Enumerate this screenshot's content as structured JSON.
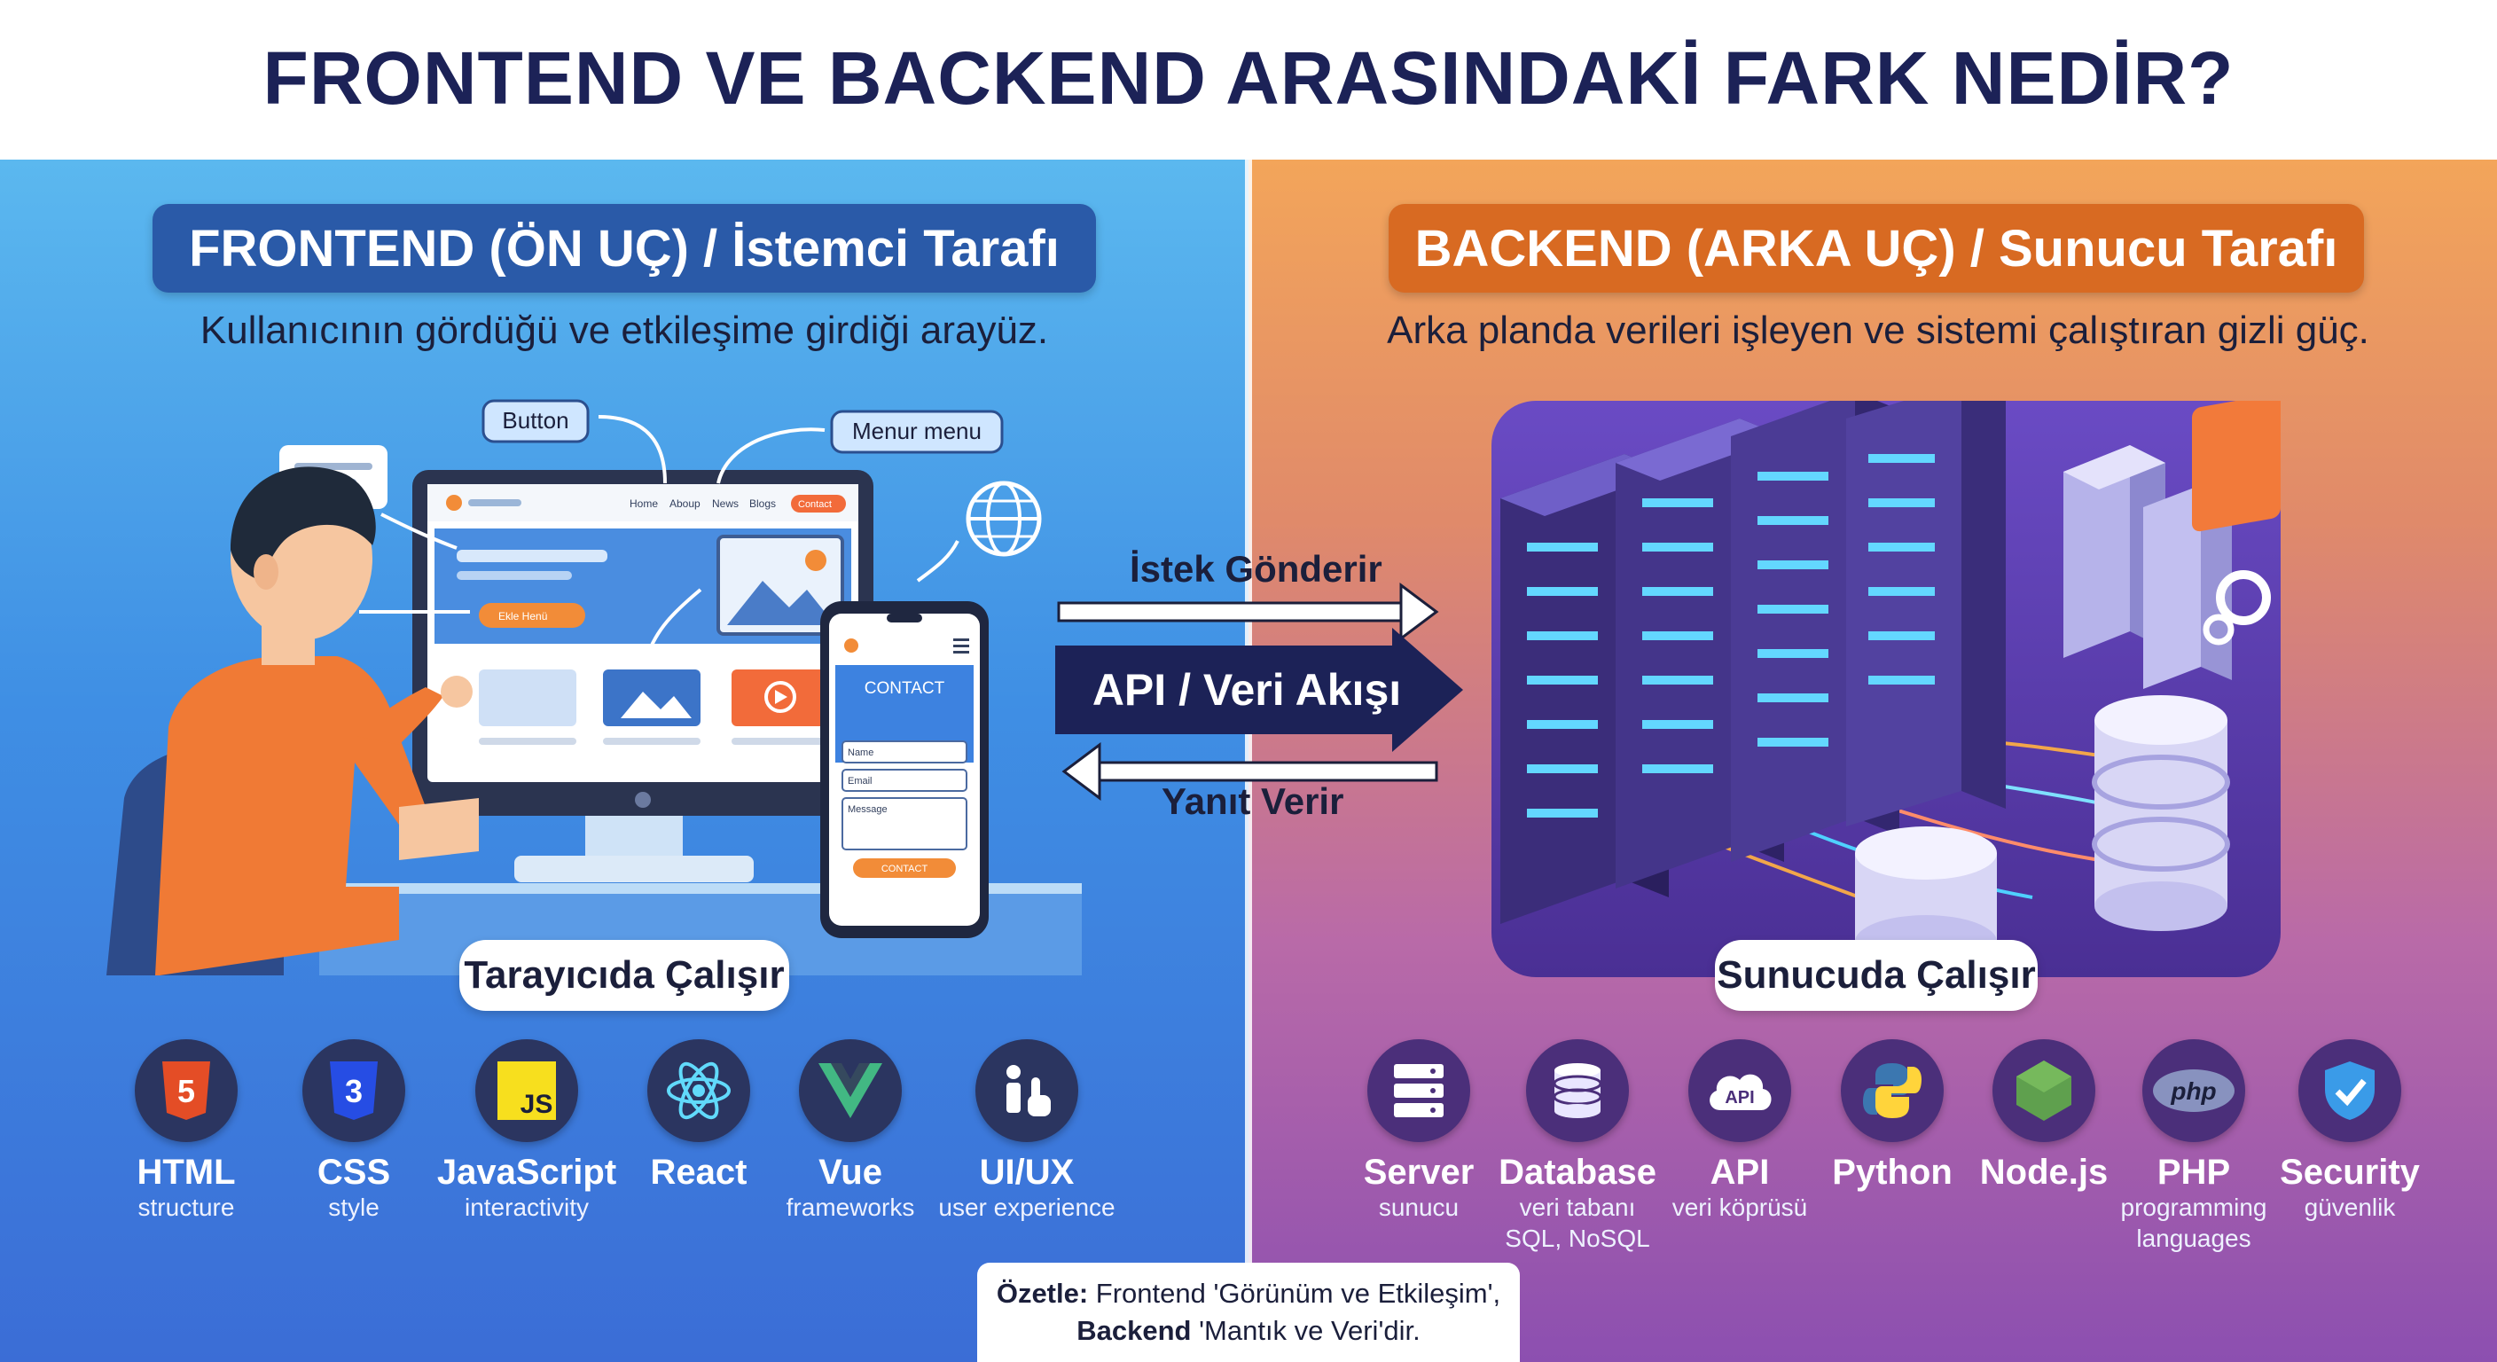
{
  "title": "FRONTEND VE BACKEND ARASINDAKİ FARK NEDİR?",
  "frontend": {
    "heading": "FRONTEND (ÖN UÇ) / İstemci Tarafı",
    "subtitle": "Kullanıcının gördüğü ve etkileşime girdiği arayüz.",
    "callouts": {
      "button": "Button",
      "menu": "Menur menu"
    },
    "screen": {
      "nav": [
        "Home",
        "Aboup",
        "News",
        "Blogs"
      ],
      "cta": "Contact",
      "hero_button": "Ekle Henü"
    },
    "phone": {
      "title": "CONTACT",
      "fields": [
        "Name",
        "Email",
        "Message"
      ],
      "button": "CONTACT"
    },
    "badge": "Tarayıcıda Çalışır",
    "techs": [
      {
        "name": "HTML",
        "desc": "structure",
        "icon": "html5-icon",
        "color": "#e44d26"
      },
      {
        "name": "CSS",
        "desc": "style",
        "icon": "css3-icon",
        "color": "#264de4"
      },
      {
        "name": "JavaScript",
        "desc": "interactivity",
        "icon": "js-icon",
        "color": "#f7df1e"
      },
      {
        "name": "React",
        "desc": "",
        "icon": "react-icon",
        "color": "#61dafb"
      },
      {
        "name": "Vue",
        "desc": "frameworks",
        "icon": "vue-icon",
        "color": "#42b883"
      },
      {
        "name": "UI/UX",
        "desc": "user experience",
        "icon": "touch-icon",
        "color": "#ffffff"
      }
    ]
  },
  "flow": {
    "request": "İstek Gönderir",
    "api": "API / Veri Akışı",
    "response": "Yanıt Verir"
  },
  "backend": {
    "heading": "BACKEND (ARKA UÇ) / Sunucu Tarafı",
    "subtitle": "Arka planda verileri işleyen ve sistemi çalıştıran gizli güç.",
    "badge": "Sunucuda Çalışır",
    "techs": [
      {
        "name": "Server",
        "desc": "sunucu",
        "desc2": "",
        "icon": "server-icon"
      },
      {
        "name": "Database",
        "desc": "veri tabanı",
        "desc2": "SQL, NoSQL",
        "icon": "database-icon"
      },
      {
        "name": "API",
        "desc": "veri köprüsü",
        "desc2": "",
        "icon": "api-cloud-icon"
      },
      {
        "name": "Python",
        "desc": "",
        "desc2": "",
        "icon": "python-icon"
      },
      {
        "name": "Node.js",
        "desc": "",
        "desc2": "",
        "icon": "nodejs-icon"
      },
      {
        "name": "PHP",
        "desc": "programming",
        "desc2": "languages",
        "icon": "php-icon"
      },
      {
        "name": "Security",
        "desc": "güvenlik",
        "desc2": "",
        "icon": "shield-icon"
      }
    ]
  },
  "summary": {
    "label1": "Özetle:",
    "text1": " Frontend 'Görünüm ve Etkileşim',",
    "label2": "Backend",
    "text2": " 'Mantık ve Veri'dir."
  }
}
